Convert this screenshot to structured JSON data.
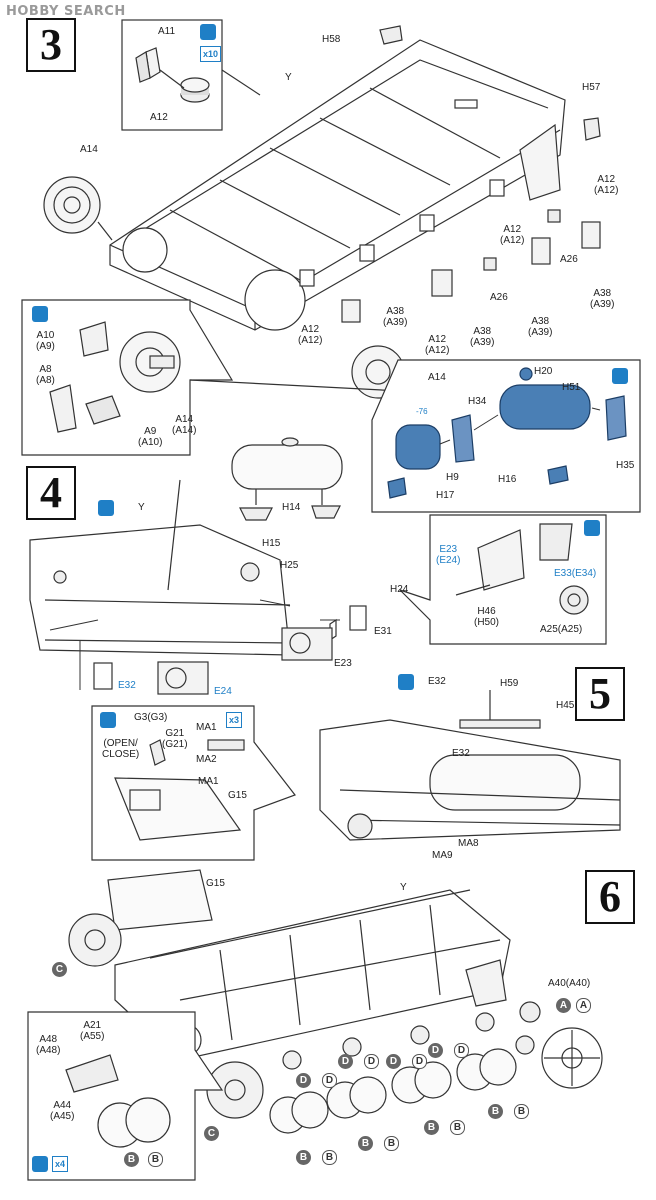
{
  "watermark": "HOBBY SEARCH",
  "steps": {
    "s3": "3",
    "s4": "4",
    "s5": "5",
    "s6": "6"
  },
  "step3": {
    "inset_top": {
      "a11": "A11",
      "a12": "A12",
      "qty": "x10"
    },
    "y": "Y",
    "h58": "H58",
    "h57": "H57",
    "a14": "A14",
    "pairs_right": [
      "A12",
      "(A12)"
    ],
    "pairs_mid": [
      "A12",
      "(A12)"
    ],
    "a26_a": "A26",
    "a26_b": "A26",
    "a38_a": [
      "A38",
      "(A39)"
    ],
    "a38_b": [
      "A38",
      "(A39)"
    ],
    "a38_c": [
      "A38",
      "(A39)"
    ],
    "a38_d": [
      "A38",
      "(A39)"
    ],
    "a12_lo1": [
      "A12",
      "(A12)"
    ],
    "a12_lo2": [
      "A12",
      "(A12)"
    ],
    "a14_bottom": "A14",
    "detail": {
      "a10": [
        "A10",
        "(A9)"
      ],
      "a8": [
        "A8",
        "(A8)"
      ],
      "a9": [
        "A9",
        "(A10)"
      ],
      "a14": [
        "A14",
        "(A14)"
      ]
    },
    "muffler": {
      "h20": "H20",
      "h51": "H51",
      "h34": "H34",
      "h9": "H9",
      "h17": "H17",
      "h16": "H16",
      "h35": "H35",
      "tag": "-76"
    }
  },
  "step4": {
    "y": "Y",
    "h14": "H14",
    "h15": "H15",
    "h25": "H25",
    "h24": "H24",
    "e31": "E31",
    "e23": "E23",
    "e32": "E32",
    "e24": "E24",
    "detail": {
      "e23": [
        "E23",
        "(E24)"
      ],
      "e33": [
        "E33(E34)"
      ],
      "h46": [
        "H46",
        "(H50)"
      ],
      "a25": [
        "A25(A25)"
      ]
    }
  },
  "step5": {
    "e32_top": "E32",
    "h59": "H59",
    "h45": "H45",
    "e32": "E32",
    "ma9": "MA9",
    "ma8": "MA8",
    "inset": {
      "g3": "G3(G3)",
      "g21": [
        "G21",
        "(G21)"
      ],
      "open": [
        "(OPEN/",
        "CLOSE)"
      ],
      "ma1": "MA1",
      "ma2": "MA2",
      "ma1b": "MA1",
      "g15": "G15",
      "qty": "x3"
    }
  },
  "step6": {
    "g15": "G15",
    "y": "Y",
    "a40": "A40(A40)",
    "sprocket_c": "C",
    "sprocket_c2": "C",
    "idler_a": "A",
    "idler_a2": "A",
    "wheels_d": "D",
    "wheels_b": "B",
    "inset": {
      "a21": [
        "A21",
        "(A55)"
      ],
      "a48": [
        "A48",
        "(A48)"
      ],
      "a44": [
        "A44",
        "(A45)"
      ],
      "qty": "x4"
    }
  },
  "colors": {
    "accent": "#1f7fc6",
    "muffler": "#4a7fb5",
    "line": "#333333"
  }
}
